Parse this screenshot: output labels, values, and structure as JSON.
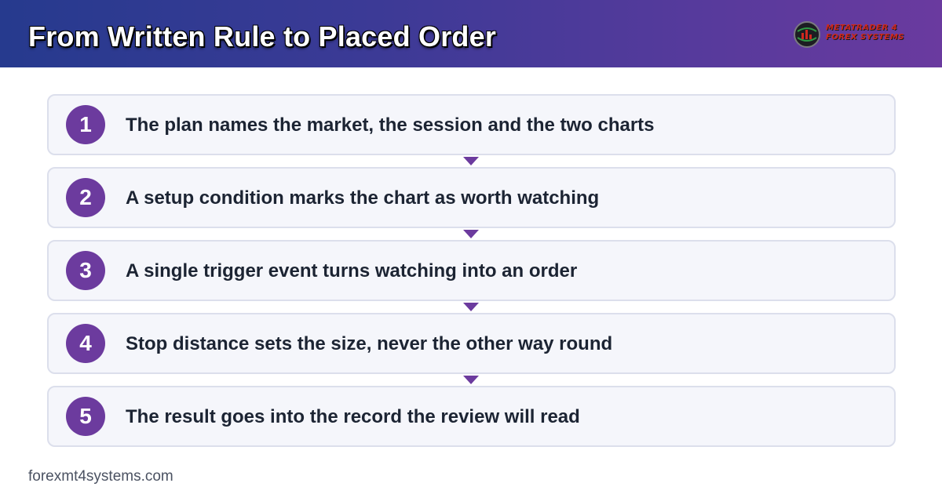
{
  "header": {
    "title": "From Written Rule to Placed Order",
    "logo": {
      "icon": "globe-chart-icon",
      "line1": "METATRADER 4",
      "line2": "FOREX SYSTEMS"
    }
  },
  "steps": [
    {
      "number": "1",
      "text": "The plan names the market, the session and the two charts"
    },
    {
      "number": "2",
      "text": "A setup condition marks the chart as worth watching"
    },
    {
      "number": "3",
      "text": "A single trigger event turns watching into an order"
    },
    {
      "number": "4",
      "text": "Stop distance sets the size, never the other way round"
    },
    {
      "number": "5",
      "text": "The result goes into the record the review will read"
    }
  ],
  "connector_icon": "down-triangle-arrow-icon",
  "footer": {
    "url": "forexmt4systems.com"
  },
  "colors": {
    "header_gradient_start": "#263a8e",
    "header_gradient_end": "#6a3a9f",
    "accent_purple": "#6c3b9e",
    "card_background": "#f5f6fb",
    "card_border": "#dcdfec",
    "step_text": "#1c2433"
  }
}
